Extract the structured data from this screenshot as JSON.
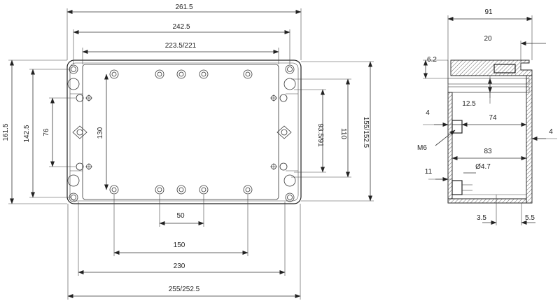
{
  "front_view": {
    "dims": {
      "overall_width": "261.5",
      "rim_width": "242.5",
      "inner_width": "223.5/221",
      "overall_height": "161.5",
      "rim_height": "142.5",
      "left_holes_pitch": "76",
      "boss_pitch_vertical": "130",
      "inner_height": "93.5/91",
      "mount_pitch": "110",
      "outer_height": "155/152.5",
      "boss_pitch_50": "50",
      "boss_pitch_150": "150",
      "hole_pitch_230": "230",
      "base_width": "255/252.5"
    }
  },
  "side_view": {
    "dims": {
      "depth": "91",
      "lid_offset": "20",
      "lid_thickness": "6.2",
      "lid_gap": "12.5",
      "wall_4_left": "4",
      "inner_74": "74",
      "wall_4_right": "4",
      "thread": "M6",
      "inner_83": "83",
      "base_11": "11",
      "hole_dia": "Ø4.7",
      "rib_3_5": "3.5",
      "edge_5_5": "5.5"
    }
  }
}
